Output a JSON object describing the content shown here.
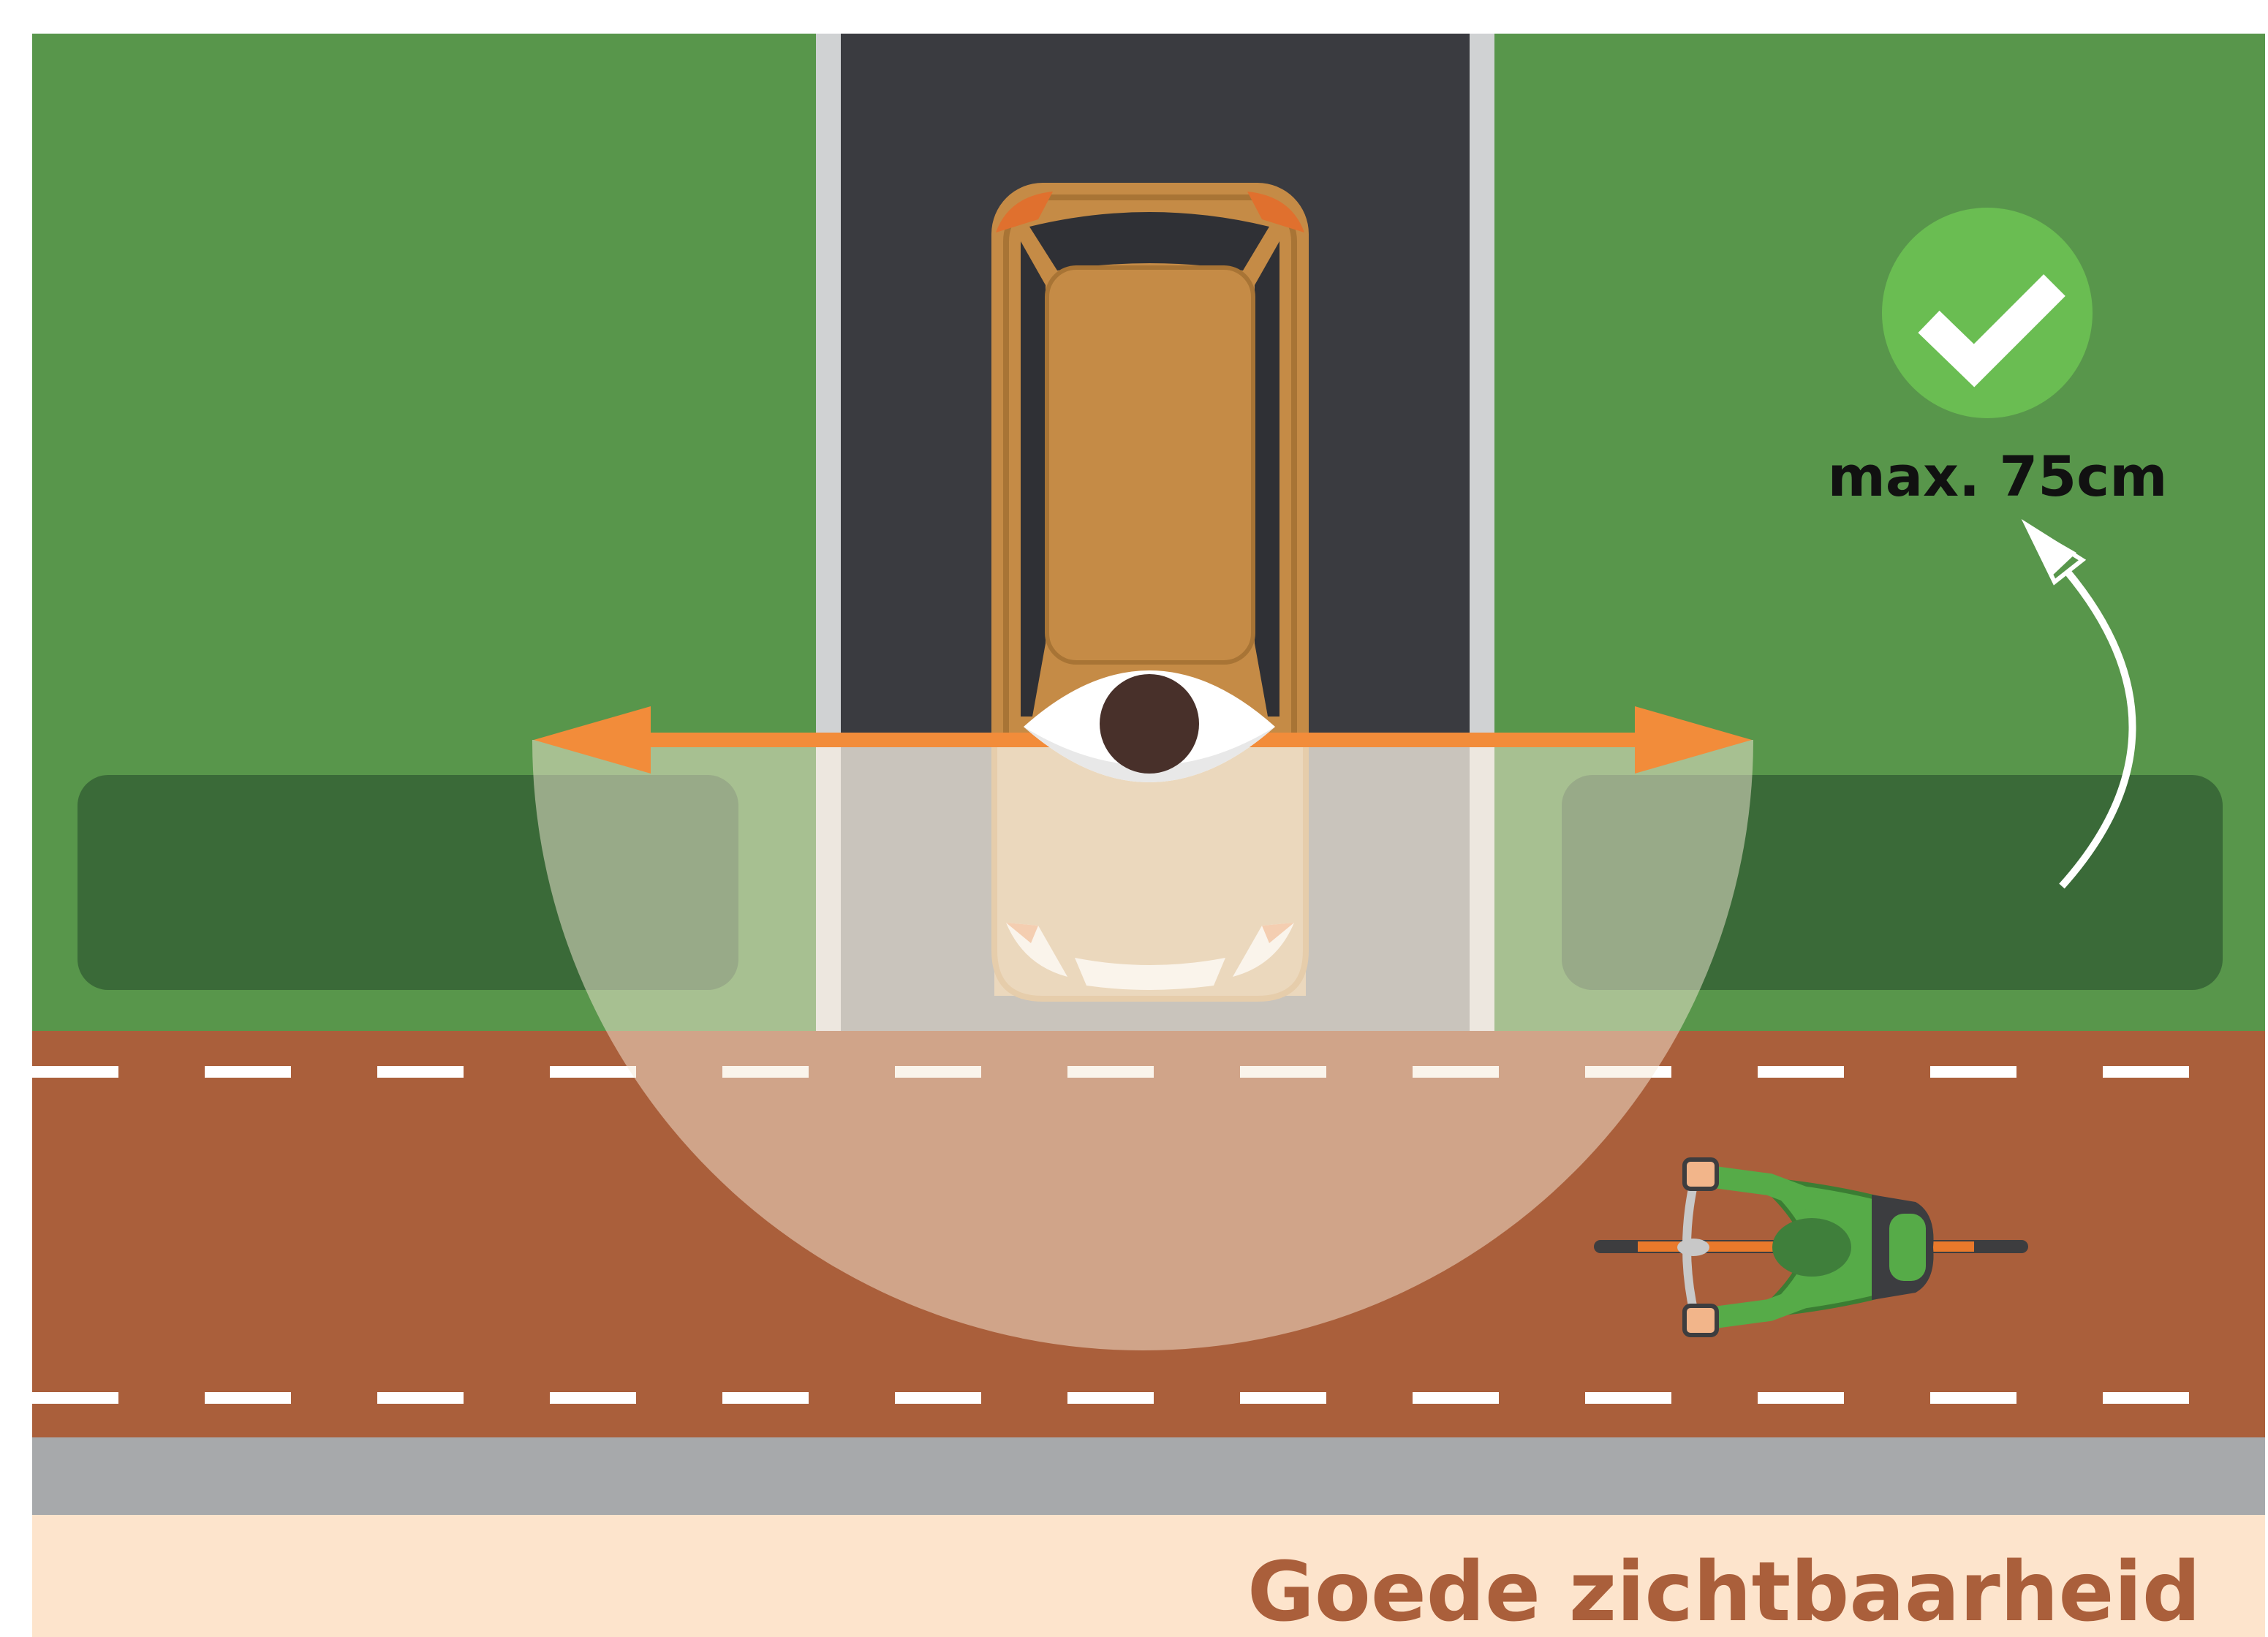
{
  "caption": "Goede zichtbaarheid",
  "height_label": "max. 75cm",
  "status": {
    "icon": "checkmark-icon",
    "meaning": "good"
  },
  "colors": {
    "grass": "#58964b",
    "hedge": "#3a6a38",
    "road": "#3a3b40",
    "sidewalk": "#9d9ea0",
    "curb": "#e4e5e6",
    "bike_path": "#aa5f3b",
    "kerb_strip": "#a7a9ab",
    "footer": "#fde4cc",
    "caption_text": "#aa5f3b",
    "sight_arrow": "#f28c3a",
    "check_badge": "#6abd52",
    "car_body": "#c58b46",
    "cyclist_shirt": "#56ab48"
  },
  "elements": {
    "car": "car-top-view",
    "eye": "eye-icon",
    "cyclist": "cyclist-top-view",
    "view_cone": "visibility-zone",
    "height_arrow": "curved-arrow-icon"
  }
}
